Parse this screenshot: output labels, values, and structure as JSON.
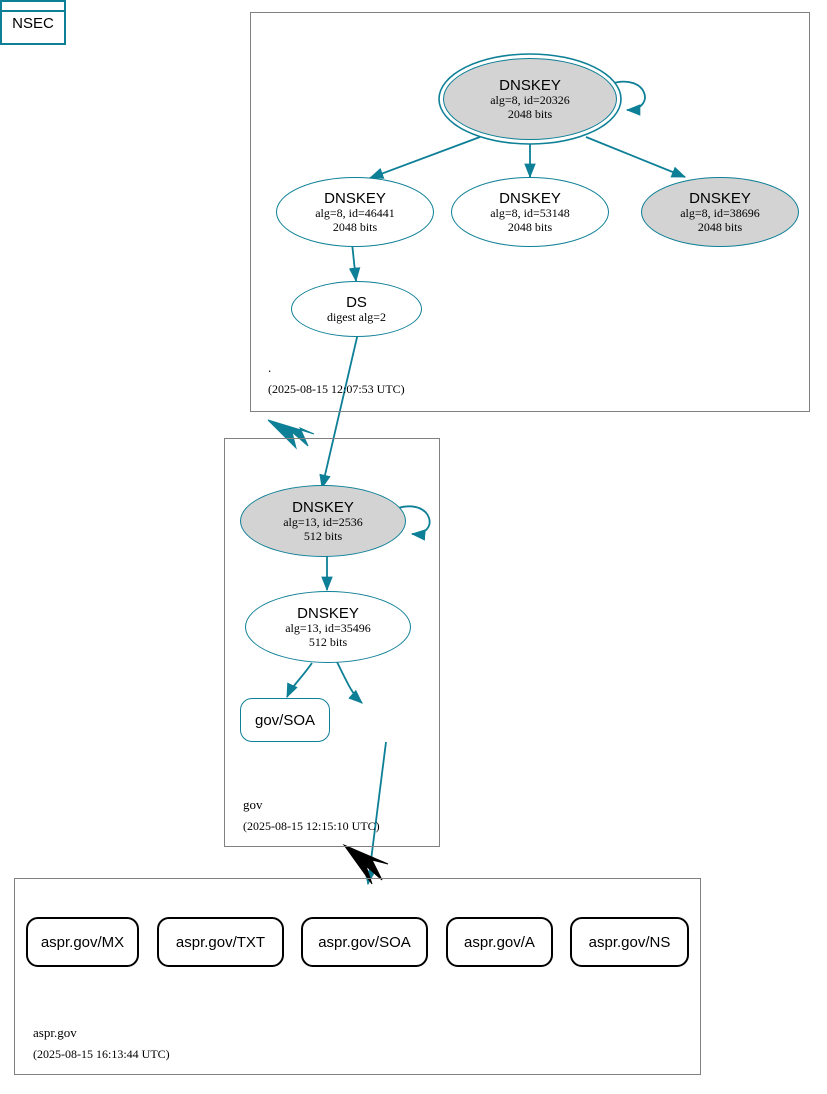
{
  "diagram": {
    "type": "dnssec-authentication-chain",
    "colors": {
      "secure": "#0d7f96",
      "insecure": "#000000",
      "ksk_fill": "#d3d3d3",
      "zsk_fill": "#ffffff",
      "cluster_border": "#808080"
    }
  },
  "zones": [
    {
      "id": "root",
      "name": ".",
      "timestamp": "(2025-08-15 12:07:53 UTC)",
      "nodes": [
        {
          "id": "root-ksk-20326",
          "shape": "double-ellipse",
          "fill": "gray",
          "title": "DNSKEY",
          "line2": "alg=8, id=20326",
          "line3": "2048 bits",
          "self_signed": true
        },
        {
          "id": "root-zsk-46441",
          "shape": "ellipse",
          "fill": "white",
          "title": "DNSKEY",
          "line2": "alg=8, id=46441",
          "line3": "2048 bits"
        },
        {
          "id": "root-zsk-53148",
          "shape": "ellipse",
          "fill": "white",
          "title": "DNSKEY",
          "line2": "alg=8, id=53148",
          "line3": "2048 bits"
        },
        {
          "id": "root-ksk-38696",
          "shape": "ellipse",
          "fill": "gray",
          "title": "DNSKEY",
          "line2": "alg=8, id=38696",
          "line3": "2048 bits"
        },
        {
          "id": "root-ds",
          "shape": "ellipse",
          "fill": "white",
          "title": "DS",
          "line2": "digest alg=2",
          "line3": ""
        }
      ]
    },
    {
      "id": "gov",
      "name": "gov",
      "timestamp": "(2025-08-15 12:15:10 UTC)",
      "nodes": [
        {
          "id": "gov-ksk-2536",
          "shape": "ellipse",
          "fill": "gray",
          "title": "DNSKEY",
          "line2": "alg=13, id=2536",
          "line3": "512 bits",
          "self_signed": true
        },
        {
          "id": "gov-zsk-35496",
          "shape": "ellipse",
          "fill": "white",
          "title": "DNSKEY",
          "line2": "alg=13, id=35496",
          "line3": "512 bits"
        },
        {
          "id": "gov-soa",
          "shape": "rounded-rect",
          "fill": "white",
          "title": "gov/SOA"
        },
        {
          "id": "gov-nsec",
          "shape": "rect-record",
          "fill": "white",
          "title": "NSEC"
        }
      ]
    },
    {
      "id": "aspr-gov",
      "name": "aspr.gov",
      "timestamp": "(2025-08-15 16:13:44 UTC)",
      "nodes": [
        {
          "id": "aspr-mx",
          "shape": "rounded-rect",
          "status": "insecure",
          "title": "aspr.gov/MX"
        },
        {
          "id": "aspr-txt",
          "shape": "rounded-rect",
          "status": "insecure",
          "title": "aspr.gov/TXT"
        },
        {
          "id": "aspr-soa",
          "shape": "rounded-rect",
          "status": "insecure",
          "title": "aspr.gov/SOA"
        },
        {
          "id": "aspr-a",
          "shape": "rounded-rect",
          "status": "insecure",
          "title": "aspr.gov/A"
        },
        {
          "id": "aspr-ns",
          "shape": "rounded-rect",
          "status": "insecure",
          "title": "aspr.gov/NS"
        }
      ]
    }
  ],
  "edges": [
    {
      "from": "root-ksk-20326",
      "to": "root-ksk-20326",
      "kind": "self-loop",
      "color": "secure"
    },
    {
      "from": "root-ksk-20326",
      "to": "root-zsk-46441",
      "kind": "signs",
      "color": "secure"
    },
    {
      "from": "root-ksk-20326",
      "to": "root-zsk-53148",
      "kind": "signs",
      "color": "secure"
    },
    {
      "from": "root-ksk-20326",
      "to": "root-ksk-38696",
      "kind": "signs",
      "color": "secure"
    },
    {
      "from": "root-zsk-46441",
      "to": "root-ds",
      "kind": "signs",
      "color": "secure"
    },
    {
      "from": "root-ds",
      "to": "gov-ksk-2536",
      "kind": "delegation",
      "color": "secure"
    },
    {
      "from": "root-cluster",
      "to": "gov-cluster",
      "kind": "zone-delegation-thick",
      "color": "secure"
    },
    {
      "from": "gov-ksk-2536",
      "to": "gov-ksk-2536",
      "kind": "self-loop",
      "color": "secure"
    },
    {
      "from": "gov-ksk-2536",
      "to": "gov-zsk-35496",
      "kind": "signs",
      "color": "secure"
    },
    {
      "from": "gov-zsk-35496",
      "to": "gov-soa",
      "kind": "signs",
      "color": "secure"
    },
    {
      "from": "gov-zsk-35496",
      "to": "gov-nsec",
      "kind": "signs",
      "color": "secure"
    },
    {
      "from": "gov-nsec",
      "to": "aspr-gov-cluster",
      "kind": "proves-nonexistence",
      "color": "secure"
    },
    {
      "from": "gov-cluster",
      "to": "aspr-gov-cluster",
      "kind": "zone-delegation-thick",
      "color": "insecure"
    }
  ]
}
